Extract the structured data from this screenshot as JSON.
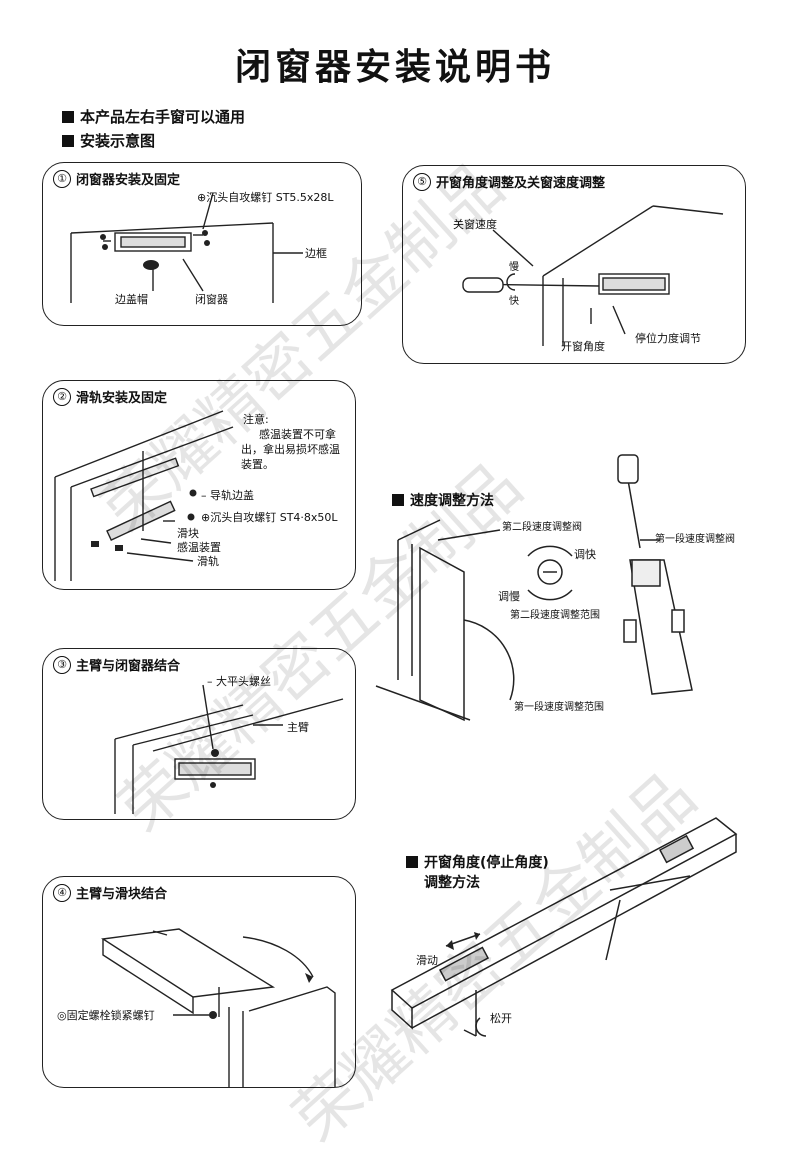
{
  "title": "闭窗器安装说明书",
  "notes": [
    "本产品左右手窗可以通用",
    "安装示意图"
  ],
  "panel1": {
    "num": "①",
    "title": "闭窗器安装及固定",
    "labels": {
      "screw": "⊕沉头自攻螺钉 ST5.5x28L",
      "frame": "边框",
      "cap": "边盖帽",
      "closer": "闭窗器"
    }
  },
  "panel2": {
    "num": "②",
    "title": "滑轨安装及固定",
    "warning_title": "注意:",
    "warning_lines": [
      "感温装置不可拿",
      "出，拿出易损坏感温",
      "装置。"
    ],
    "labels": {
      "cap": "导轨边盖",
      "screw": "⊕沉头自攻螺钉 ST4·8x50L",
      "slider": "滑块",
      "sensor": "感温装置",
      "rail": "滑轨"
    }
  },
  "panel3": {
    "num": "③",
    "title": "主臂与闭窗器结合",
    "labels": {
      "screw": "大平头螺丝",
      "arm": "主臂"
    }
  },
  "panel4": {
    "num": "④",
    "title": "主臂与滑块结合",
    "labels": {
      "bolt": "◎固定螺栓锁紧螺钉"
    }
  },
  "panel5": {
    "num": "⑤",
    "title": "开窗角度调整及关窗速度调整",
    "labels": {
      "speed": "关窗速度",
      "slow": "慢",
      "fast": "快",
      "angle": "开窗角度",
      "force": "停位力度调节"
    }
  },
  "speed_section": {
    "title": "速度调整方法",
    "labels": {
      "valve2": "第二段速度调整阀",
      "valve1": "第一段速度调整阀",
      "faster": "调快",
      "slower": "调慢",
      "range2": "第二段速度调整范围",
      "range1": "第一段速度调整范围"
    }
  },
  "angle_section": {
    "title_line1": "开窗角度(停止角度)",
    "title_line2": "调整方法",
    "labels": {
      "slide": "滑动",
      "loosen": "松开"
    }
  },
  "watermark": [
    "荣耀精密五金制品",
    "荣耀精密五金制品",
    "荣耀精密五金制品"
  ],
  "colors": {
    "line": "#222222",
    "watermark": "#000000"
  }
}
